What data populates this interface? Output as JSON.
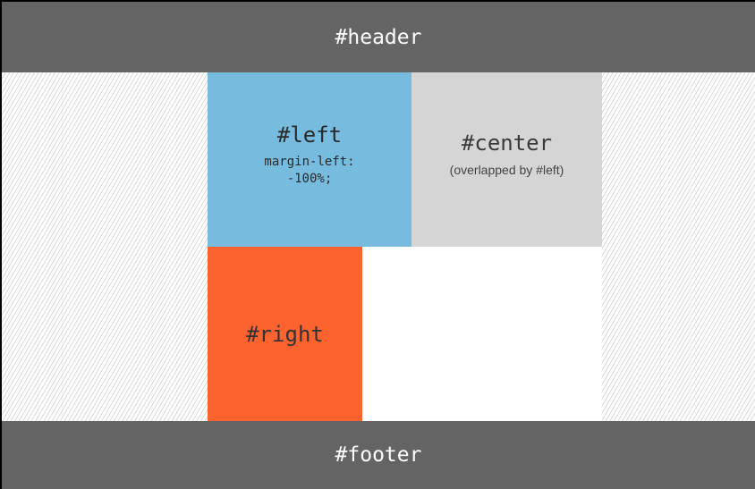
{
  "header": {
    "label": "#header"
  },
  "left": {
    "label": "#left",
    "note": "margin-left:\n-100%;"
  },
  "center": {
    "label": "#center",
    "note": "(overlapped by #left)"
  },
  "right": {
    "label": "#right"
  },
  "footer": {
    "label": "#footer"
  },
  "colors": {
    "header_footer": "#646464",
    "left": "#77bbde",
    "center": "#d5d5d5",
    "right": "#fd632f",
    "container": "#ffffff"
  }
}
